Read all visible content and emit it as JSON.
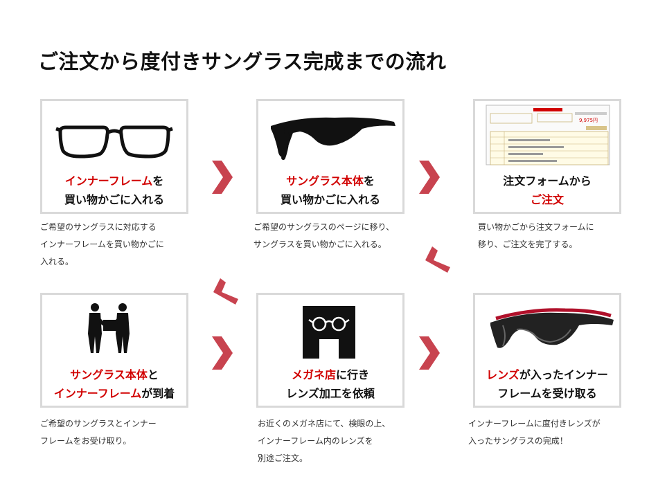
{
  "title": "ご注文から度付きサングラス完成までの流れ",
  "accent_color": "#d10000",
  "arrow_color": "#c8434f",
  "steps": [
    {
      "icon": "inner-frame-glasses",
      "label_line1_red": "インナーフレーム",
      "label_line1_black": "を",
      "label_line2": "買い物かごに入れる",
      "desc": [
        "ご希望のサングラスに対応する",
        "インナーフレームを買い物かごに",
        "入れる。"
      ]
    },
    {
      "icon": "sport-sunglasses",
      "label_line1_red": "サングラス本体",
      "label_line1_black": "を",
      "label_line2": "買い物かごに入れる",
      "desc": [
        "ご希望のサングラスのページに移り、",
        "サングラスを買い物かごに入れる。"
      ]
    },
    {
      "icon": "order-form-screenshot",
      "label_line1": "注文フォームから",
      "label_line2_red": "ご注文",
      "form_price": "9,975円",
      "desc": [
        "買い物かごから注文フォームに",
        "移り、ご注文を完了する。"
      ]
    },
    {
      "icon": "delivery-handover",
      "label_line1_red": "サングラス本体",
      "label_line1_black": "と",
      "label_line2_red": "インナーフレーム",
      "label_line2_black": "が到着",
      "desc": [
        "ご希望のサングラスとインナー",
        "フレームをお受け取り。"
      ]
    },
    {
      "icon": "optician-shop",
      "label_line1_red": "メガネ店",
      "label_line1_black": "に行き",
      "label_line2": "レンズ加工を依頼",
      "desc": [
        "お近くのメガネ店にて、検眼の上、",
        "インナーフレーム内のレンズを",
        "別途ご注文。"
      ]
    },
    {
      "icon": "finished-sunglasses",
      "label_line1_red": "レンズ",
      "label_line1_black": "が入ったインナー",
      "label_line2": "フレームを受け取る",
      "desc": [
        "インナーフレームに度付きレンズが",
        "入ったサングラスの完成！"
      ]
    }
  ]
}
